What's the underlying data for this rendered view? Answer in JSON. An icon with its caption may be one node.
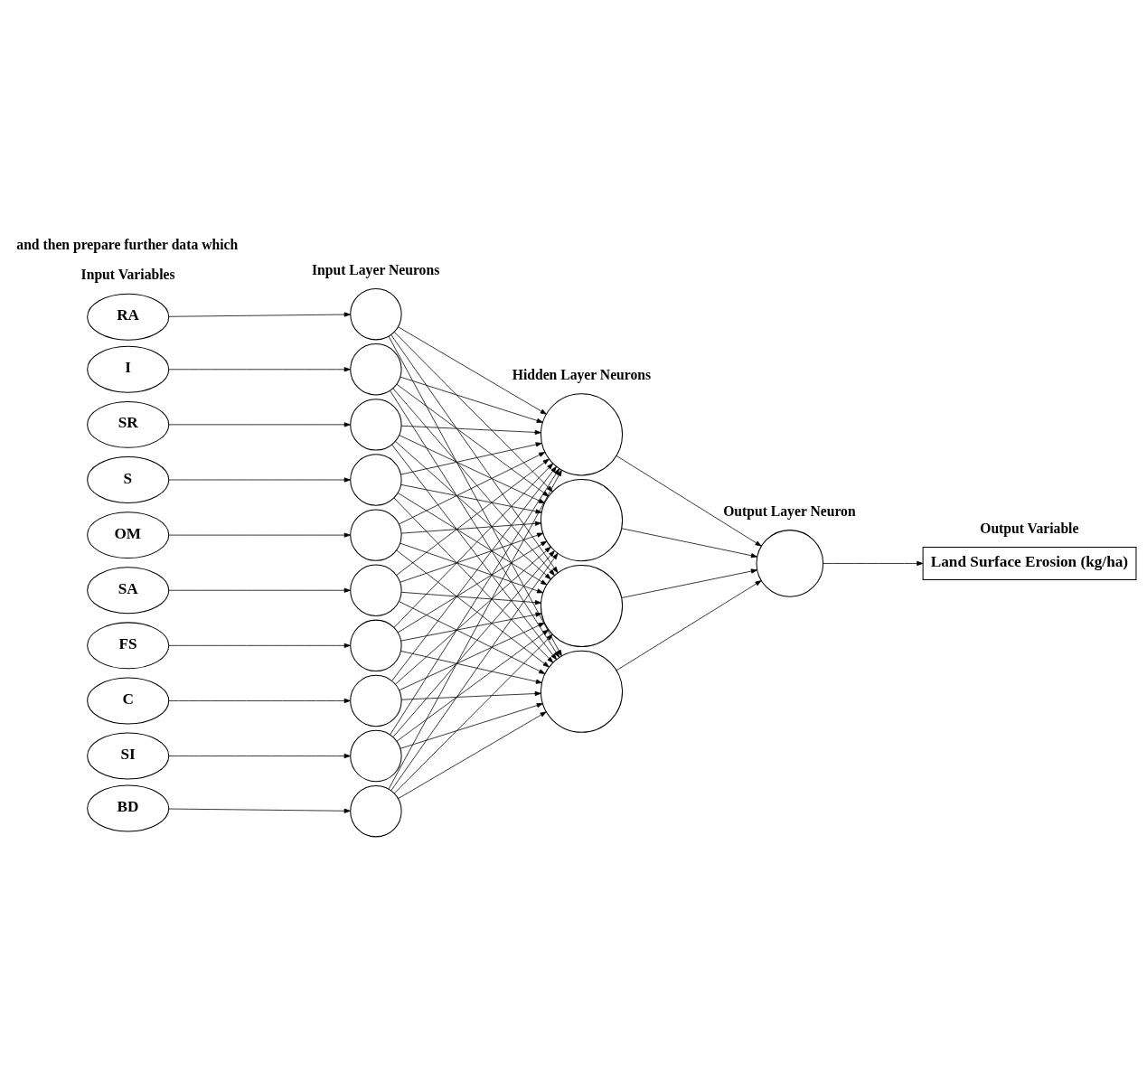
{
  "diagram": {
    "nodes": [
      {
        "text": [
          "RA"
        ]
      },
      {
        "text": [
          "I"
        ]
      },
      {
        "text": [
          "SR"
        ]
      },
      {
        "text": [
          "S"
        ]
      },
      {
        "text": [
          "OM"
        ]
      },
      {
        "text": [
          "SA"
        ]
      },
      {
        "text": [
          "FS"
        ]
      },
      {
        "text": [
          "C"
        ]
      },
      {
        "text": [
          "SI"
        ]
      },
      {
        "text": [
          "BD"
        ]
      },
      {
        "text": [],
        "shape": "circle"
      },
      {
        "text": [],
        "shape": "circle"
      },
      {
        "text": [],
        "shape": "circle"
      },
      {
        "text": [],
        "shape": "circle"
      },
      {
        "text": [],
        "shape": "circle"
      },
      {
        "text": [],
        "shape": "circle"
      },
      {
        "text": [],
        "shape": "circle"
      },
      {
        "text": [],
        "shape": "circle"
      },
      {
        "text": [],
        "shape": "circle"
      },
      {
        "text": [],
        "shape": "circle"
      },
      {
        "text": [],
        "shape": "circle"
      },
      {
        "text": [],
        "shape": "circle"
      },
      {
        "text": [],
        "shape": "circle"
      },
      {
        "text": [],
        "shape": "circle"
      },
      {
        "text": [],
        "shape": "circle"
      },
      {
        "text": [
          "Land Surface Erosion (kg/ha)"
        ]
      }
    ],
    "edges": [
      {
        "from": 0,
        "to": 10,
        "arrow": "to"
      },
      {
        "from": 1,
        "to": 11,
        "arrow": "to"
      },
      {
        "from": 2,
        "to": 12,
        "arrow": "to"
      },
      {
        "from": 3,
        "to": 13,
        "arrow": "to"
      },
      {
        "from": 4,
        "to": 14,
        "arrow": "to"
      },
      {
        "from": 5,
        "to": 15,
        "arrow": "to"
      },
      {
        "from": 6,
        "to": 16,
        "arrow": "to"
      },
      {
        "from": 7,
        "to": 17,
        "arrow": "to"
      },
      {
        "from": 8,
        "to": 18,
        "arrow": "to"
      },
      {
        "from": 9,
        "to": 19,
        "arrow": "to"
      },
      {
        "from": 10,
        "to": 20,
        "arrow": "to"
      },
      {
        "from": 10,
        "to": 21,
        "arrow": "to"
      },
      {
        "from": 10,
        "to": 22,
        "arrow": "to"
      },
      {
        "from": 10,
        "to": 23,
        "arrow": "to"
      },
      {
        "from": 11,
        "to": 20,
        "arrow": "to"
      },
      {
        "from": 11,
        "to": 21,
        "arrow": "to"
      },
      {
        "from": 11,
        "to": 22,
        "arrow": "to"
      },
      {
        "from": 11,
        "to": 23,
        "arrow": "to"
      },
      {
        "from": 12,
        "to": 20,
        "arrow": "to"
      },
      {
        "from": 12,
        "to": 21,
        "arrow": "to"
      },
      {
        "from": 12,
        "to": 22,
        "arrow": "to"
      },
      {
        "from": 12,
        "to": 23,
        "arrow": "to"
      },
      {
        "from": 13,
        "to": 20,
        "arrow": "to"
      },
      {
        "from": 13,
        "to": 21,
        "arrow": "to"
      },
      {
        "from": 13,
        "to": 22,
        "arrow": "to"
      },
      {
        "from": 13,
        "to": 23,
        "arrow": "to"
      },
      {
        "from": 14,
        "to": 20,
        "arrow": "to"
      },
      {
        "from": 14,
        "to": 21,
        "arrow": "to"
      },
      {
        "from": 14,
        "to": 22,
        "arrow": "to"
      },
      {
        "from": 14,
        "to": 23,
        "arrow": "to"
      },
      {
        "from": 15,
        "to": 20,
        "arrow": "to"
      },
      {
        "from": 15,
        "to": 21,
        "arrow": "to"
      },
      {
        "from": 15,
        "to": 22,
        "arrow": "to"
      },
      {
        "from": 15,
        "to": 23,
        "arrow": "to"
      },
      {
        "from": 16,
        "to": 20,
        "arrow": "to"
      },
      {
        "from": 16,
        "to": 21,
        "arrow": "to"
      },
      {
        "from": 16,
        "to": 22,
        "arrow": "to"
      },
      {
        "from": 16,
        "to": 23,
        "arrow": "to"
      },
      {
        "from": 17,
        "to": 20,
        "arrow": "to"
      },
      {
        "from": 17,
        "to": 21,
        "arrow": "to"
      },
      {
        "from": 17,
        "to": 22,
        "arrow": "to"
      },
      {
        "from": 17,
        "to": 23,
        "arrow": "to"
      },
      {
        "from": 18,
        "to": 20,
        "arrow": "to"
      },
      {
        "from": 18,
        "to": 21,
        "arrow": "to"
      },
      {
        "from": 18,
        "to": 22,
        "arrow": "to"
      },
      {
        "from": 18,
        "to": 23,
        "arrow": "to"
      },
      {
        "from": 19,
        "to": 20,
        "arrow": "to"
      },
      {
        "from": 19,
        "to": 21,
        "arrow": "to"
      },
      {
        "from": 19,
        "to": 22,
        "arrow": "to"
      },
      {
        "from": 19,
        "to": 23,
        "arrow": "to"
      },
      {
        "from": 20,
        "to": 24,
        "arrow": "to"
      },
      {
        "from": 21,
        "to": 24,
        "arrow": "to"
      },
      {
        "from": 22,
        "to": 24,
        "arrow": "to"
      },
      {
        "from": 23,
        "to": 24,
        "arrow": "to"
      },
      {
        "from": 24,
        "to": 25,
        "arrow": "to"
      }
    ],
    "labels": [
      "and then prepare further data which",
      "Input Variables",
      "Input Layer Neurons",
      "Hidden Layer Neurons",
      "Output Layer Neuron",
      "Output Variable"
    ]
  }
}
